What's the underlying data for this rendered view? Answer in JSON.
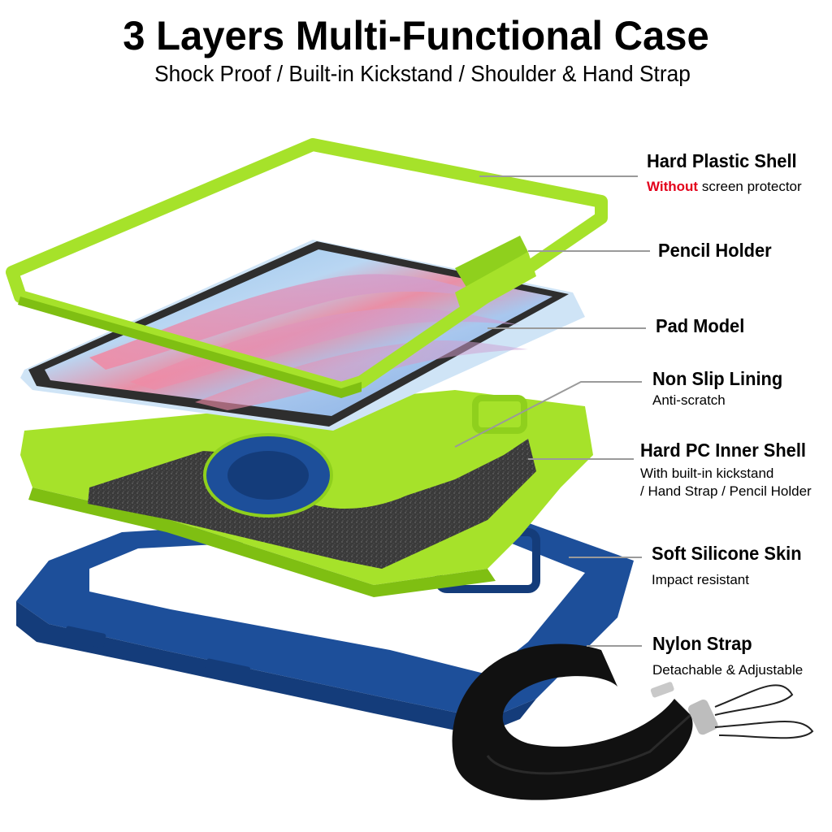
{
  "header": {
    "title": "3 Layers Multi-Functional Case",
    "subtitle": "Shock Proof / Built-in Kickstand / Shoulder & Hand Strap"
  },
  "colors": {
    "shell_green": "#a6e22a",
    "shell_green_dark": "#7fbf12",
    "silicone_blue": "#1d4f9a",
    "silicone_blue_dark": "#143c7a",
    "lining_gray": "#3a3a3a",
    "strap_black": "#111111",
    "screen_bezel": "#2e2e2e",
    "tablet_body": "#cfe4f6",
    "highlight_red": "#e3001b",
    "leader_gray": "#9a9a9a"
  },
  "callouts": [
    {
      "id": "hard-plastic-shell",
      "label": "Hard Plastic Shell",
      "desc_highlight": "Without",
      "desc": " screen protector"
    },
    {
      "id": "pencil-holder",
      "label": "Pencil Holder"
    },
    {
      "id": "pad-model",
      "label": "Pad Model"
    },
    {
      "id": "non-slip-lining",
      "label": "Non Slip Lining",
      "desc": "Anti-scratch"
    },
    {
      "id": "hard-pc-inner-shell",
      "label": "Hard PC Inner Shell",
      "desc": "With built-in kickstand",
      "desc2": "/ Hand Strap / Pencil Holder"
    },
    {
      "id": "soft-silicone-skin",
      "label": "Soft Silicone Skin",
      "desc": "Impact resistant"
    },
    {
      "id": "nylon-strap",
      "label": "Nylon Strap",
      "desc": "Detachable & Adjustable"
    }
  ]
}
